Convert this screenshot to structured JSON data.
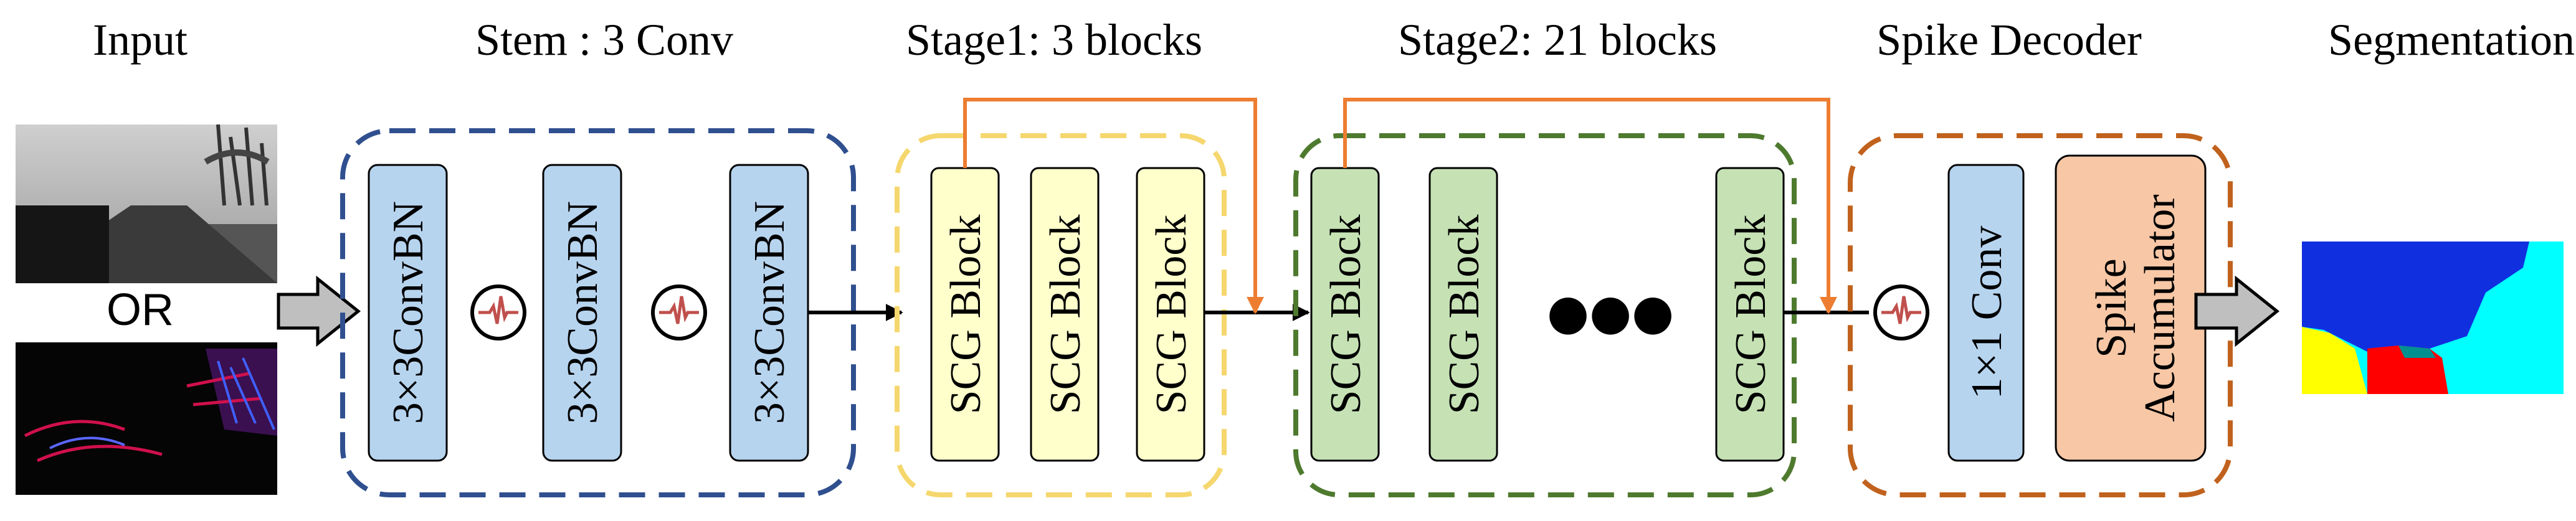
{
  "titles": {
    "input": "Input",
    "stem": "Stem : 3 Conv",
    "stage1": "Stage1: 3 blocks",
    "stage2": "Stage2: 21 blocks",
    "decoder": "Spike Decoder",
    "segmentation": "Segmentation"
  },
  "input": {
    "or_label": "OR"
  },
  "stem": {
    "blocks": [
      "3×3ConvBN",
      "3×3ConvBN",
      "3×3ConvBN"
    ]
  },
  "stage1": {
    "blocks": [
      "SCG Block",
      "SCG Block",
      "SCG Block"
    ]
  },
  "stage2": {
    "blocks": [
      "SCG Block",
      "SCG Block",
      "SCG Block"
    ],
    "ellipsis": "●●●"
  },
  "decoder": {
    "conv": "1×1 Conv",
    "acc_line1": "Spike",
    "acc_line2": "Accumulator"
  },
  "colors": {
    "stem_border": "#2f4f8f",
    "stage1_border": "#f5d76e",
    "stage2_border": "#4e7a2e",
    "decoder_border": "#c0621d",
    "conv_fill": "#b7d4ef",
    "scg1_fill": "#ffffcc",
    "scg2_fill": "#c6e2b5",
    "acc_fill": "#f7c7a6",
    "skip_arrow": "#ed7d31",
    "spike_wave": "#c0504d"
  },
  "icons": {
    "spike_neuron": "spike-neuron-icon",
    "arrow": "block-arrow-icon"
  }
}
